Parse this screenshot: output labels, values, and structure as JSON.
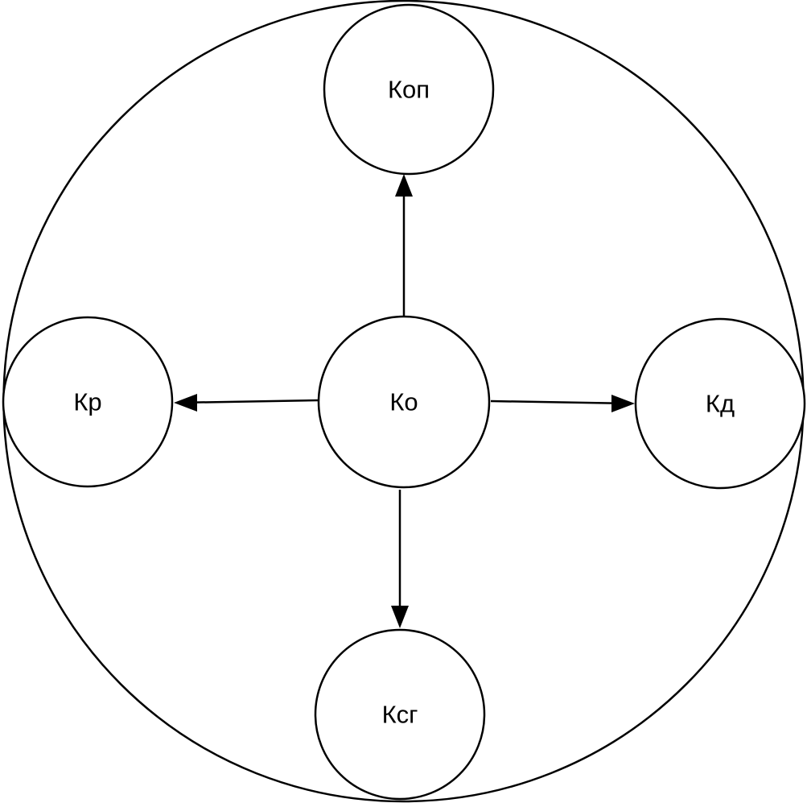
{
  "diagram": {
    "nodes": {
      "center": {
        "label": "Ко"
      },
      "top": {
        "label": "Коп"
      },
      "left": {
        "label": "Кр"
      },
      "right": {
        "label": "Кд"
      },
      "bottom": {
        "label": "Ксг"
      }
    },
    "edges": [
      {
        "from": "Ко",
        "to": "Коп"
      },
      {
        "from": "Ко",
        "to": "Кр"
      },
      {
        "from": "Ко",
        "to": "Кд"
      },
      {
        "from": "Ко",
        "to": "Ксг"
      }
    ],
    "colors": {
      "stroke": "#000000",
      "background": "#ffffff"
    }
  }
}
